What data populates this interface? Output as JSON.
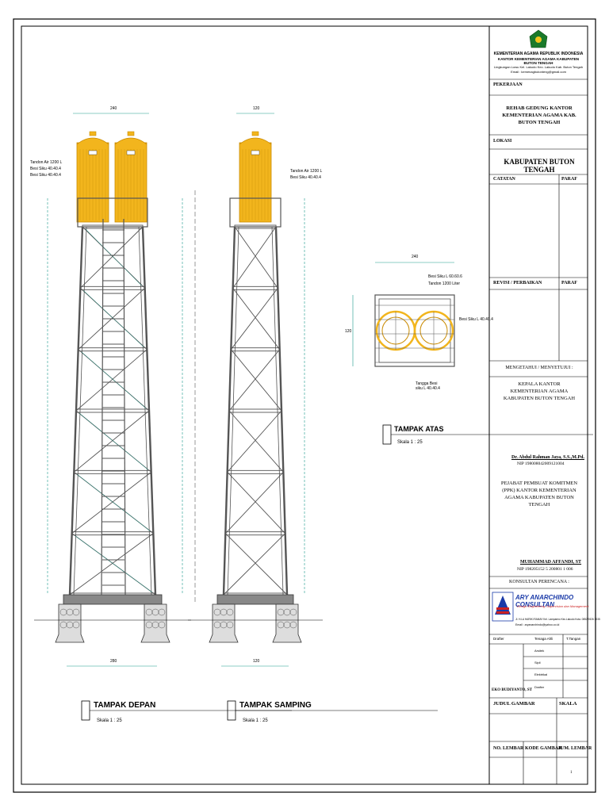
{
  "title_block": {
    "ministry": "KEMENTERIAN AGAMA REPUBLIK INDONESIA",
    "office": "KANTOR KEMENTERIAN AGAMA KABUPATEN BUTON TENGAH",
    "address": "Lingkungan Lowu Kel. Lakudo Kec. Lakudo Kab. Buton Tengah",
    "email": "Email : kemenagbutonteng@gmail.com",
    "pekerjaan_label": "PEKERJAAN",
    "pekerjaan_value": "REHAB GEDUNG KANTOR KEMENTERIAN AGAMA KAB. BUTON TENGAH",
    "lokasi_label": "LOKASI",
    "lokasi_value": "KABUPATEN BUTON TENGAH",
    "catatan_label": "CATATAN",
    "paraf_label": "PARAF",
    "revisi_label": "REVISI / PERBAIKAN",
    "paraf2_label": "PARAF",
    "mengetahui_label": "MENGETAHUI / MENYETUJUI :",
    "kepala_title": "KEPALA KANTOR KEMENTERIAN AGAMA KABUPATEN BUTON TENGAH",
    "kepala_name": "Dr. Abdul Rahman Jaya, S.S.,M.Pd.",
    "kepala_nip": "NIP 198008042009121004",
    "ppk_title": "PEJABAT PEMBUAT KOMITMEN (PPK) KANTOR KEMENTERIAN AGAMA KABUPATEN BUTON TENGAH",
    "ppk_name": "MUHAMMAD AFFANDI, ST",
    "ppk_nip": "NIP 198205152 5 200801 1 006",
    "konsultan_label": "KONSULTAN PERENCANA :",
    "konsultan_name": "ARY ANARCHINDO CONSULTAN",
    "konsultan_tagline": "Design Engineering, Supervision dan Management",
    "konsultan_address": "Jl. H.LA HARIKI RAMAY Kel. Lampaeno Kec.Lakudo Kota. 0852 9326 3035",
    "konsultan_email": "Email : aryanarchindo@yahoo.co.id",
    "drafter_label": "Drafter",
    "tenaga_ahli_label": "Tenaga Ahli",
    "arsitek_label": "Arsitek",
    "sipil_label": "Sipil",
    "drafter2_label": "Drafter",
    "ttd_label": "T.Tangan",
    "drafter_name": "EKO BUDIYANTO, ST",
    "judul_gambar_label": "JUDUL GAMBAR",
    "skala_label": "SKALA",
    "no_lembar_label": "NO. LEMBAR",
    "kode_gambar_label": "KODE GAMBAR",
    "jum_lembar_label": "JUM. LEMBAR",
    "sheet_number": "1"
  },
  "drawing": {
    "view_front_title": "TAMPAK DEPAN",
    "view_side_title": "TAMPAK SAMPING",
    "view_top_title": "TAMPAK ATAS",
    "scale_text": "Skala   1 : 25",
    "tank_label": "Tandon Air 1200 L",
    "angle_label": "Besi Siku 40.40.4",
    "top_angle_label": "Besi Siku L 60.60.6",
    "top_tank_label": "Tandon 1200 Liter",
    "top_side_angle": "Besi Siku L 40.40.4",
    "ladder_label": "Tangga Besi siku L 40.40.4",
    "dim_front_top": "240",
    "dim_side_top": "120",
    "dim_front_bottom": "280",
    "dim_side_bottom": "120",
    "dim_top_width": "240",
    "dim_top_depth": "120"
  },
  "colors": {
    "tank": "#f2b51d",
    "tank_dark": "#c98a00",
    "frame": "#555555",
    "brace": "#1a9a8a",
    "foundation": "#888888",
    "logo": "#1a7a2a",
    "consultant_blue": "#1a3aa8",
    "consultant_red": "#cc2222"
  }
}
